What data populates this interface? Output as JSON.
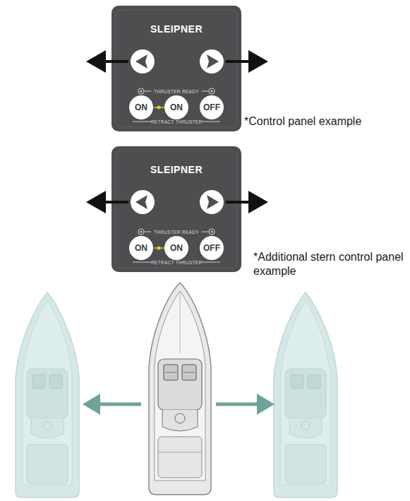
{
  "diagram": {
    "nodes": [
      {
        "text": [
          "SLEIPNER",
          "THRUSTER READY",
          "RETRACT THRUSTER"
        ]
      },
      {
        "text": [
          "ON"
        ],
        "in": 0
      },
      {
        "text": [
          "ON"
        ],
        "in": 0
      },
      {
        "text": [
          "OFF"
        ],
        "in": 0
      },
      {
        "text": [
          "SLEIPNER",
          "THRUSTER READY",
          "RETRACT THRUSTER"
        ]
      },
      {
        "text": [
          "ON"
        ],
        "in": 4
      },
      {
        "text": [
          "ON"
        ],
        "in": 4
      },
      {
        "text": [
          "OFF"
        ],
        "in": 4
      }
    ],
    "labels": [
      "*Control panel example",
      "*Additional stern control panel example"
    ]
  }
}
